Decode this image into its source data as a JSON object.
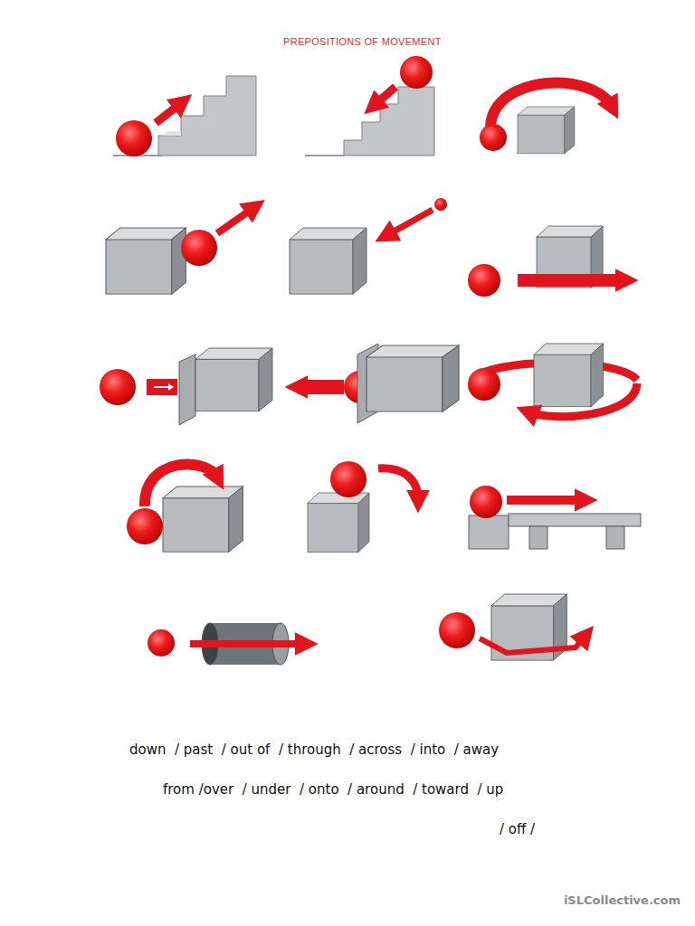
{
  "diagram": {
    "title": "PREPOSITIONS OF MOVEMENT",
    "labels": [
      "down  / past  / out of  / through  / across  / into  / away",
      "from /over  / under  / onto  / around  / toward  / up",
      "/ off /",
      "iSLCollective.com"
    ]
  }
}
